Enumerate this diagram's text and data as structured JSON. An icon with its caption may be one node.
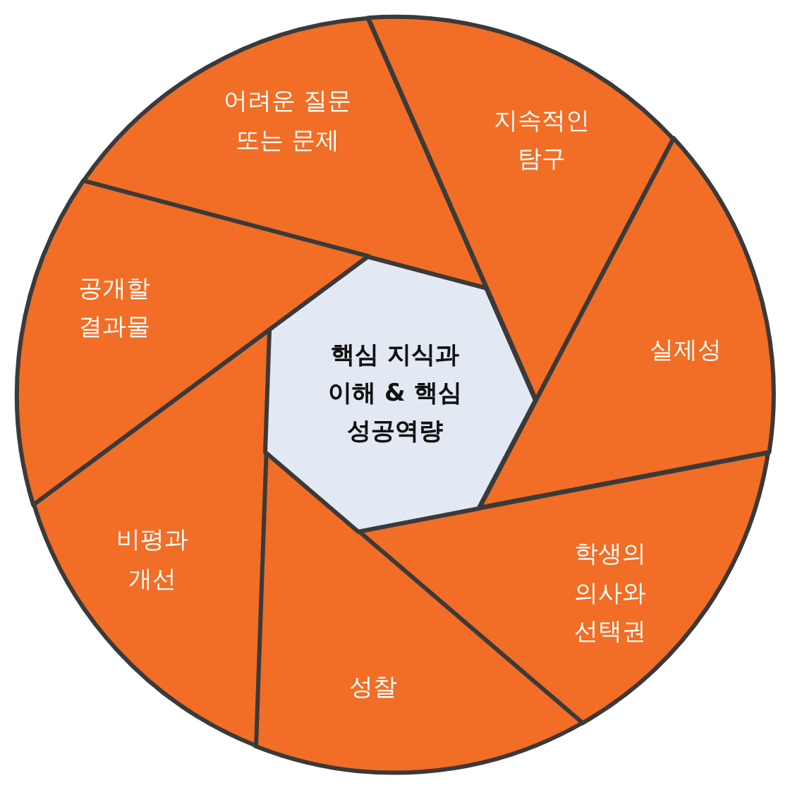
{
  "diagram": {
    "nodes": [
      {
        "text": [
          "핵심 지식과 이해 & 핵심 성공역량"
        ]
      },
      {
        "text": [
          "어려운 질문 또는 문제"
        ]
      },
      {
        "text": [
          "지속적인 탐구"
        ]
      },
      {
        "text": [
          "실제성"
        ]
      },
      {
        "text": [
          "학생의 의사와 선택권"
        ]
      },
      {
        "text": [
          "성찰"
        ]
      },
      {
        "text": [
          "비평과 개선"
        ]
      },
      {
        "text": [
          "공개할 결과물"
        ]
      }
    ]
  }
}
